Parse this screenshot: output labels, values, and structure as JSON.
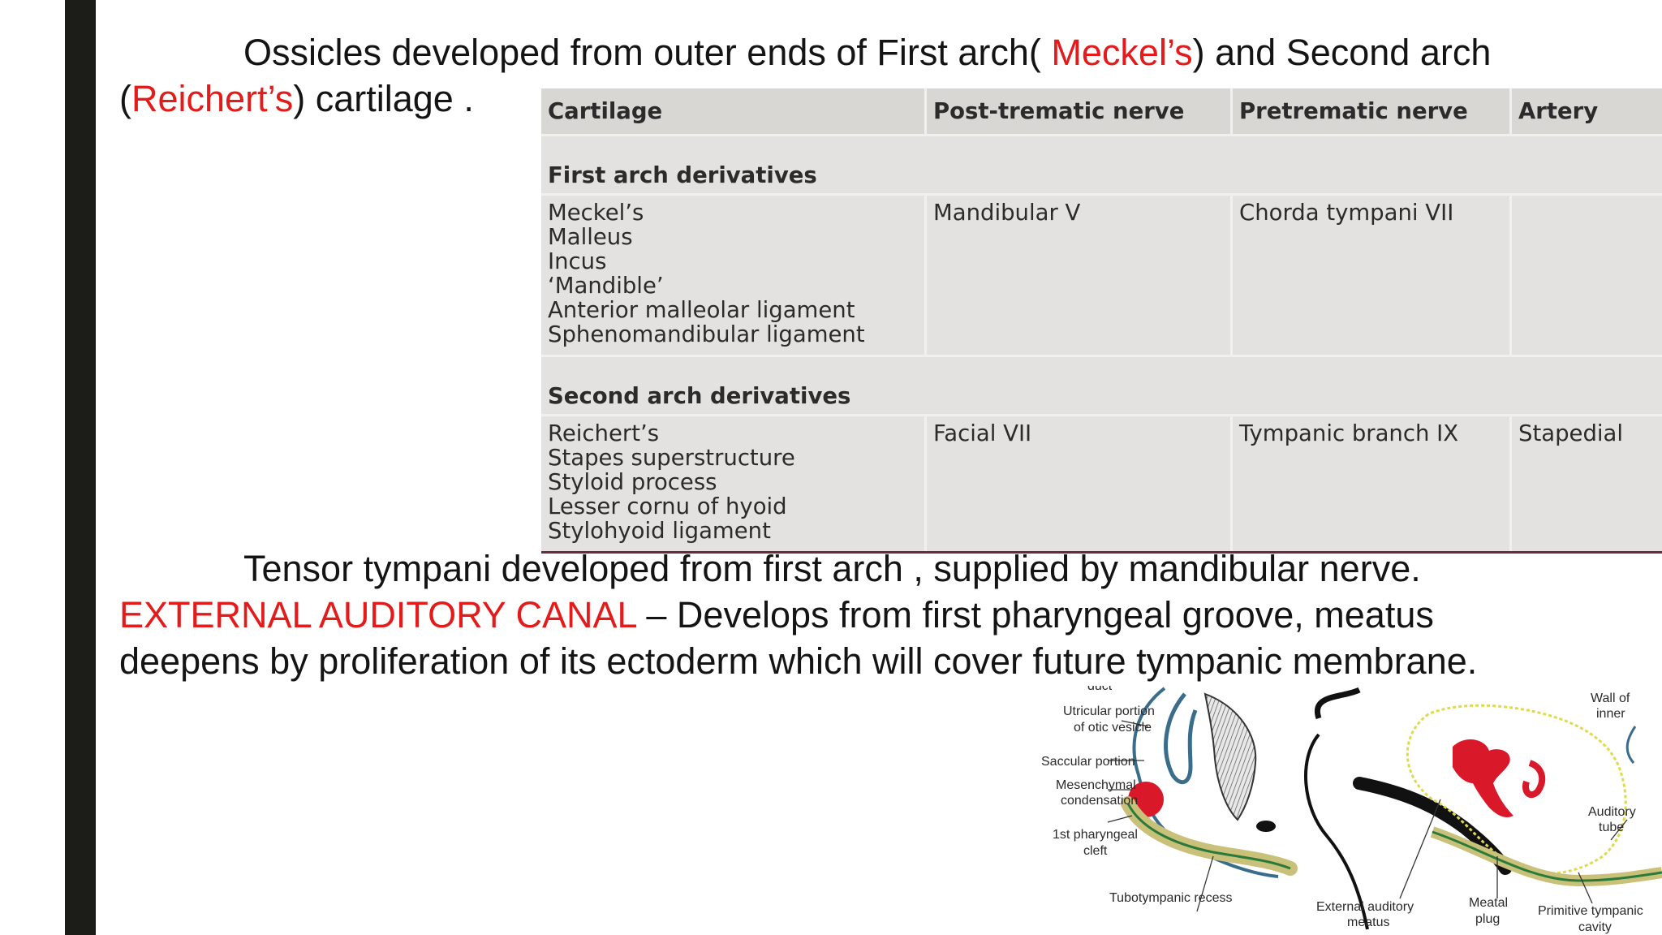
{
  "intro": {
    "line1_a": "Ossicles developed from outer ends of First arch( ",
    "meckel": "Meckel’s",
    "line1_b": ") and Second arch",
    "line2_open": "(",
    "reichert": "Reichert’s",
    "line2_close": ") cartilage ."
  },
  "table": {
    "headers": [
      "Cartilage",
      "Post-trematic nerve",
      "Pretrematic nerve",
      "Artery"
    ],
    "sections": [
      {
        "title": "First arch derivatives",
        "items": [
          "Meckel’s",
          "Malleus",
          "Incus",
          "‘Mandible’",
          "Anterior malleolar ligament",
          "Sphenomandibular ligament"
        ],
        "post_trematic": "Mandibular V",
        "pretrematic": "Chorda tympani VII",
        "artery": ""
      },
      {
        "title": "Second arch derivatives",
        "items": [
          "Reichert’s",
          "Stapes superstructure",
          "Styloid process",
          "Lesser cornu of hyoid",
          "Stylohyoid ligament"
        ],
        "post_trematic": "Facial VII",
        "pretrematic": "Tympanic branch IX",
        "artery": "Stapedial"
      }
    ]
  },
  "tensor": {
    "line1": "Tensor tympani developed from first arch , supplied by mandibular nerve.",
    "eac_label": "EXTERNAL AUDITORY CANAL",
    "line2_rest": " – Develops from first pharyngeal groove, meatus",
    "line3": "deepens by proliferation of its ectoderm which will cover future tympanic membrane."
  },
  "figure": {
    "labels": {
      "duct": "duct",
      "utricular": "Utricular portion",
      "utricular2": "of otic vesicle",
      "saccular": "Saccular portion",
      "mesenchymal": "Mesenchymal",
      "condensation": "condensation",
      "pharyngeal": "1st pharyngeal",
      "cleft": "cleft",
      "tubotympanic": "Tubotympanic recess",
      "external": "External auditory",
      "meatus": "meatus",
      "meatal": "Meatal",
      "plug": "plug",
      "primitive": "Primitive tympanic",
      "cavity": "cavity",
      "wall": "Wall of",
      "inner": "inner",
      "auditory": "Auditory",
      "tube": "tube"
    }
  },
  "colors": {
    "highlight": "#e31b1b",
    "bar": "#1c1d18",
    "table_bg": "#e4e2e0",
    "table_rule": "#6d2a3a"
  }
}
